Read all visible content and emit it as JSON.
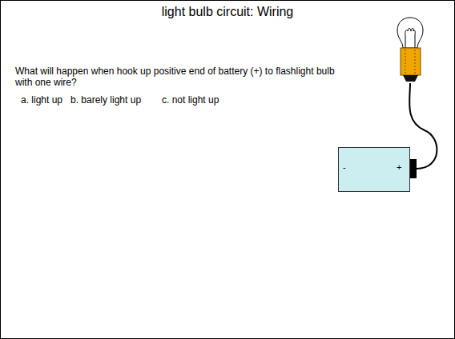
{
  "diagram": {
    "title": "light bulb circuit: Wiring",
    "nodes": [
      {
        "text": [
          "-",
          "+"
        ]
      }
    ],
    "labels": [
      "What will happen when hook up positive end of battery (+) to flashlight bulb with one wire?",
      "a. light up",
      "b. barely light up",
      "c. not light up"
    ]
  }
}
